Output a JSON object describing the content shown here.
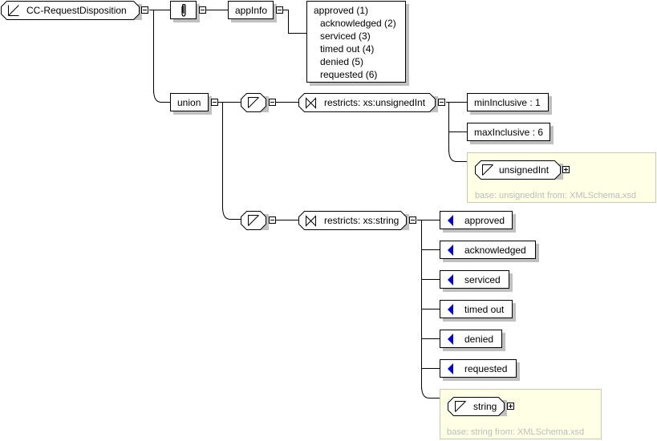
{
  "root": {
    "name": "CC-RequestDisposition",
    "kind": "simpleType"
  },
  "annotation": {
    "label": "appInfo",
    "documentation": [
      "approved (1)",
      "acknowledged (2)",
      "serviced (3)",
      "timed out (4)",
      "denied (5)",
      "requested (6)"
    ]
  },
  "union": {
    "label": "union"
  },
  "member1": {
    "restriction_label": "restricts: xs:unsignedInt",
    "facets": [
      "minInclusive : 1",
      "maxInclusive : 6"
    ],
    "base": {
      "name": "unsignedInt",
      "note": "base: unsignedInt from: XMLSchema.xsd"
    }
  },
  "member2": {
    "restriction_label": "restricts: xs:string",
    "enumerations": [
      "approved",
      "acknowledged",
      "serviced",
      "timed out",
      "denied",
      "requested"
    ],
    "base": {
      "name": "string",
      "note": "base: string from: XMLSchema.xsd"
    }
  },
  "colors": {
    "enum_icon": "#0000c8",
    "base_panel": "#ffffe6",
    "shadow": "#c0c0c0",
    "note_text": "#bdbdbd"
  }
}
